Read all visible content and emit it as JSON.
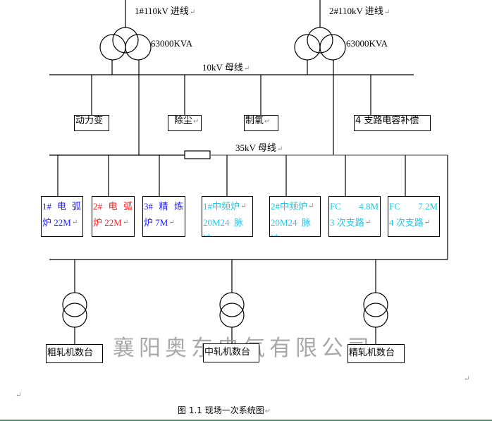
{
  "incoming": [
    {
      "label": "1#110kV 进线",
      "rating": "63000KVA"
    },
    {
      "label": "2#110kV 进线",
      "rating": "63000KVA"
    }
  ],
  "buses": {
    "bus_10kv": "10kV 母线",
    "bus_35kv": "35kV 母线"
  },
  "loads_10kv": [
    {
      "label": "动力变"
    },
    {
      "label": "除尘"
    },
    {
      "label": "制氧"
    },
    {
      "label": "4 支路电容补偿"
    }
  ],
  "loads_35kv": [
    {
      "line1": [
        "1#",
        "电",
        "弧"
      ],
      "line2": "炉 22M",
      "color": "#1a1aff"
    },
    {
      "line1": [
        "2#",
        "电",
        "弧"
      ],
      "line2": "炉 22M",
      "color": "#ff1a1a"
    },
    {
      "line1": [
        "3#",
        "精",
        "炼"
      ],
      "line2": "炉 7M",
      "color": "#1a1aff"
    },
    {
      "line1": [
        "1#中频炉"
      ],
      "line2": "20M24  脉",
      "line3": "冲",
      "color": "#22c4e8"
    },
    {
      "line1": [
        "2#中频炉"
      ],
      "line2": "20M24  脉",
      "line3": "冲",
      "color": "#22c4e8"
    },
    {
      "line1": [
        "FC",
        "4.8M"
      ],
      "line2": "3 次支路",
      "color": "#22c4e8"
    },
    {
      "line1": [
        "FC",
        "7.2M"
      ],
      "line2": "4 次支路",
      "color": "#22c4e8"
    }
  ],
  "rolling_mills": [
    {
      "label": "粗轧机数台"
    },
    {
      "label": "中轧机数台"
    },
    {
      "label": "精轧机数台"
    }
  ],
  "watermark": "襄阳奥东电气有限公司",
  "caption": "图 1.1  现场一次系统图",
  "paragraph_mark": "↵",
  "colors": {
    "line": "#000000",
    "bus_35kv_gray": "#808080",
    "blue_text": "#1a1aff",
    "red_text": "#ff1a1a",
    "cyan_text": "#22c4e8",
    "watermark": "#9a9a9a"
  }
}
